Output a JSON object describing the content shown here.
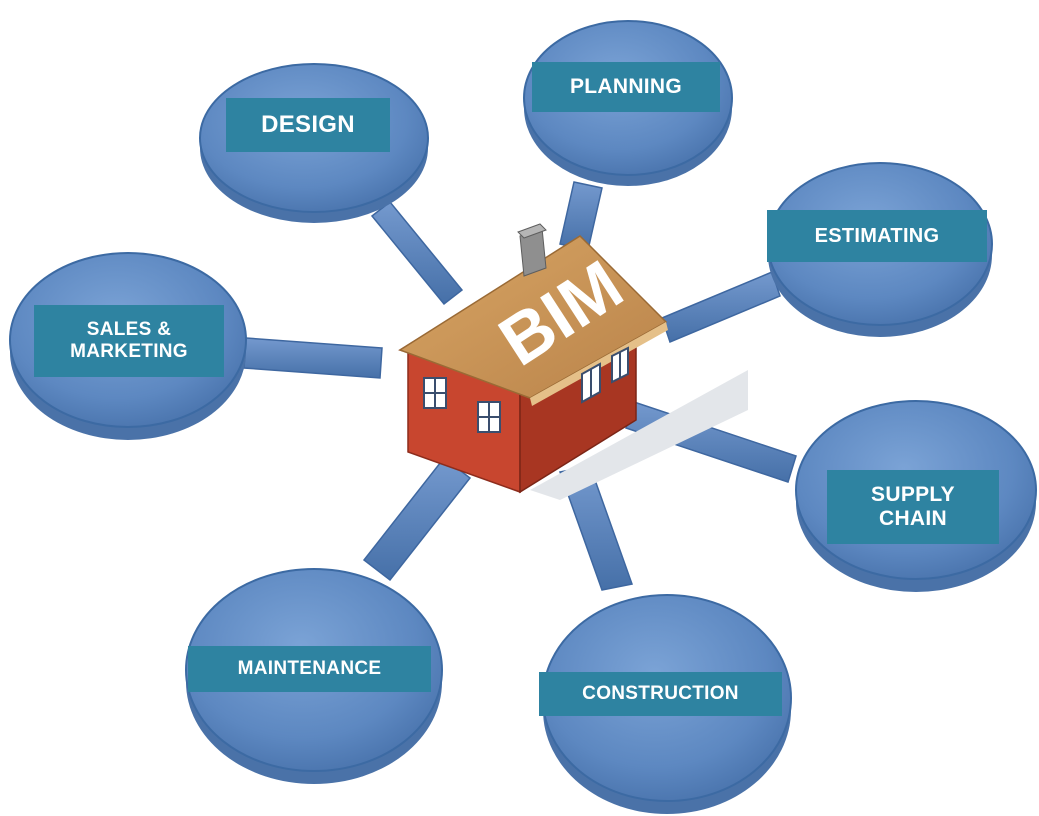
{
  "diagram": {
    "center": {
      "label": "BIM"
    },
    "nodes": {
      "design": "DESIGN",
      "planning": "PLANNING",
      "estimating": "ESTIMATING",
      "sales_marketing": "SALES &\nMARKETING",
      "supply_chain": "SUPPLY\nCHAIN",
      "maintenance": "MAINTENANCE",
      "construction": "CONSTRUCTION"
    },
    "colors": {
      "node_fill": "#5b87c0",
      "node_edge": "#3c6aa3",
      "label_bg": "#2e83a1",
      "house_wall": "#c8462f",
      "roof": "#c89455",
      "chimney": "#8f8f8f"
    }
  }
}
